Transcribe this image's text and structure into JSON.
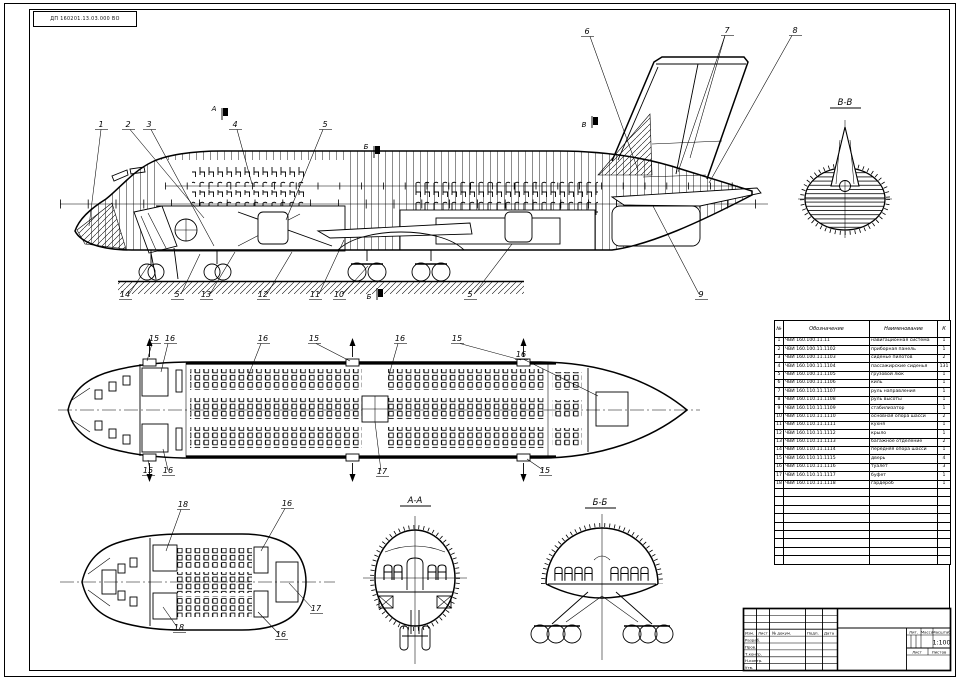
{
  "sheet": {
    "stamp_text": "ДП 160201.13.03.000 ВО"
  },
  "sections": {
    "aa": "А-А",
    "bb": "Б-Б",
    "vv": "В-В"
  },
  "markers": {
    "a": "А",
    "b": "Б",
    "v": "В"
  },
  "callouts": {
    "side_top": [
      "1",
      "2",
      "3",
      "4",
      "5"
    ],
    "tail": [
      "6",
      "7",
      "8",
      "9"
    ],
    "side_bottom": [
      "14",
      "5",
      "13",
      "12",
      "11",
      "10",
      "5"
    ],
    "plan_top": [
      "15",
      "16",
      "16",
      "15",
      "16",
      "15",
      "16"
    ],
    "plan_bottom": [
      "15",
      "16",
      "17",
      "15"
    ],
    "nose_view": [
      "18",
      "16",
      "17",
      "16",
      "18"
    ]
  },
  "parts_table": {
    "headers": {
      "pos": "№",
      "designation": "Обозначение",
      "name": "Наименование",
      "qty": "К"
    },
    "rows": [
      {
        "pos": "1",
        "designation": "ЧВИ 160.100.11.11",
        "name": "навигационная система",
        "qty": "1"
      },
      {
        "pos": "2",
        "designation": "ЧВИ 160.100.11.1102",
        "name": "приборная панель",
        "qty": "1"
      },
      {
        "pos": "3",
        "designation": "ЧВИ 160.100.11.1103",
        "name": "сиденье пилотов",
        "qty": "2"
      },
      {
        "pos": "4",
        "designation": "ЧВИ 160.100.11.1104",
        "name": "пассажирские сиденья",
        "qty": "131"
      },
      {
        "pos": "5",
        "designation": "ЧВИ 160.100.11.1105",
        "name": "грузовой люк",
        "qty": "1"
      },
      {
        "pos": "6",
        "designation": "ЧВИ 160.100.11.1106",
        "name": "киль",
        "qty": "1"
      },
      {
        "pos": "7",
        "designation": "ЧВИ 160.110.11.1107",
        "name": "руль направления",
        "qty": "1"
      },
      {
        "pos": "8",
        "designation": "ЧВИ 160.110.11.1108",
        "name": "руль высоты",
        "qty": "1"
      },
      {
        "pos": "9",
        "designation": "ЧВИ 160.110.11.1109",
        "name": "стабилизатор",
        "qty": "1"
      },
      {
        "pos": "10",
        "designation": "ЧВИ 160.110.11.1110",
        "name": "основная опора шасси",
        "qty": "2"
      },
      {
        "pos": "11",
        "designation": "ЧВИ 160.110.11.1111",
        "name": "кухня",
        "qty": "1"
      },
      {
        "pos": "12",
        "designation": "ЧВИ 160.110.11.1112",
        "name": "крыло",
        "qty": "1"
      },
      {
        "pos": "13",
        "designation": "ЧВИ 160.110.11.1113",
        "name": "багажное отделение",
        "qty": "2"
      },
      {
        "pos": "14",
        "designation": "ЧВИ 160.110.11.1114",
        "name": "передняя опора шасси",
        "qty": "1"
      },
      {
        "pos": "15",
        "designation": "ЧВИ 160.110.11.1115",
        "name": "дверь",
        "qty": "4"
      },
      {
        "pos": "16",
        "designation": "ЧВИ 160.110.11.1116",
        "name": "туалет",
        "qty": "3"
      },
      {
        "pos": "17",
        "designation": "ЧВИ 160.110.11.1117",
        "name": "буфет",
        "qty": "1"
      },
      {
        "pos": "18",
        "designation": "ЧВИ 160.110.11.1118",
        "name": "гардероб",
        "qty": "1"
      }
    ],
    "empty_rows": 9
  },
  "title_block": {
    "labels": {
      "izm": "Изм.",
      "list": "Лист",
      "doc": "№ докум.",
      "podp": "Подп.",
      "data": "Дата",
      "razrab": "Разраб.",
      "prov": "Пров.",
      "tkontr": "Т.контр.",
      "nkontr": "Н.контр.",
      "utv": "Утв.",
      "lit": "Лит.",
      "massa": "Масса",
      "masshtab": "Масштаб",
      "list2": "Лист",
      "listov": "Листов"
    },
    "scale": "1:100"
  }
}
